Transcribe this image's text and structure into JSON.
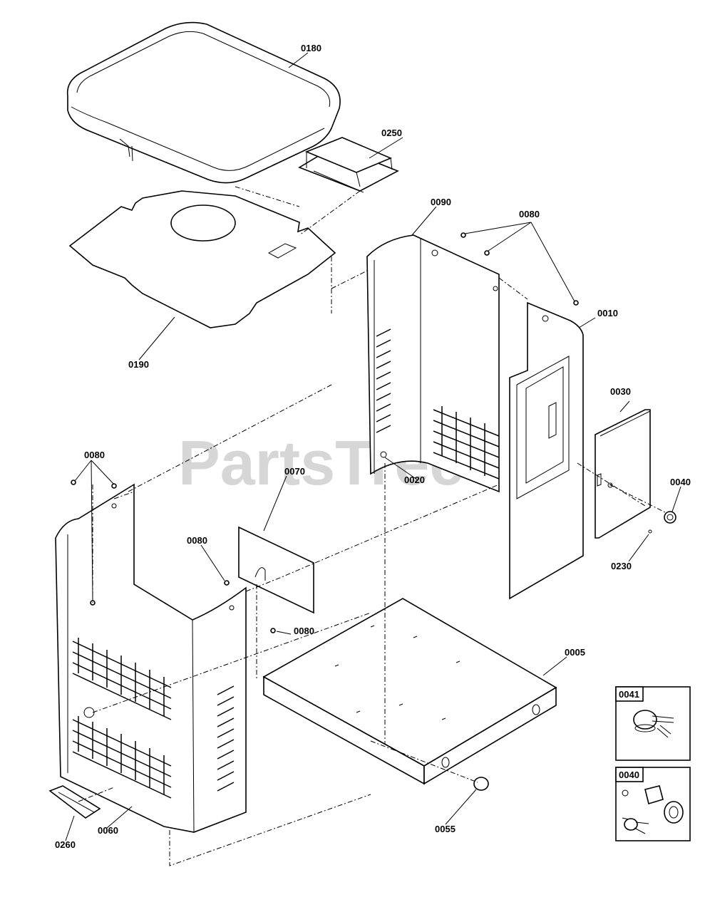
{
  "watermark": "PartsTree",
  "labels": {
    "p0180": "0180",
    "p0250": "0250",
    "p0190": "0190",
    "p0090": "0090",
    "p0080a": "0080",
    "p0010": "0010",
    "p0030": "0030",
    "p0040": "0040",
    "p0230": "0230",
    "p0020": "0020",
    "p0070": "0070",
    "p0080b": "0080",
    "p0080c": "0080",
    "p0080d": "0080",
    "p0005": "0005",
    "p0055": "0055",
    "p0060": "0060",
    "p0260": "0260"
  },
  "insets": {
    "kit0041": "0041",
    "kit0040": "0040"
  }
}
